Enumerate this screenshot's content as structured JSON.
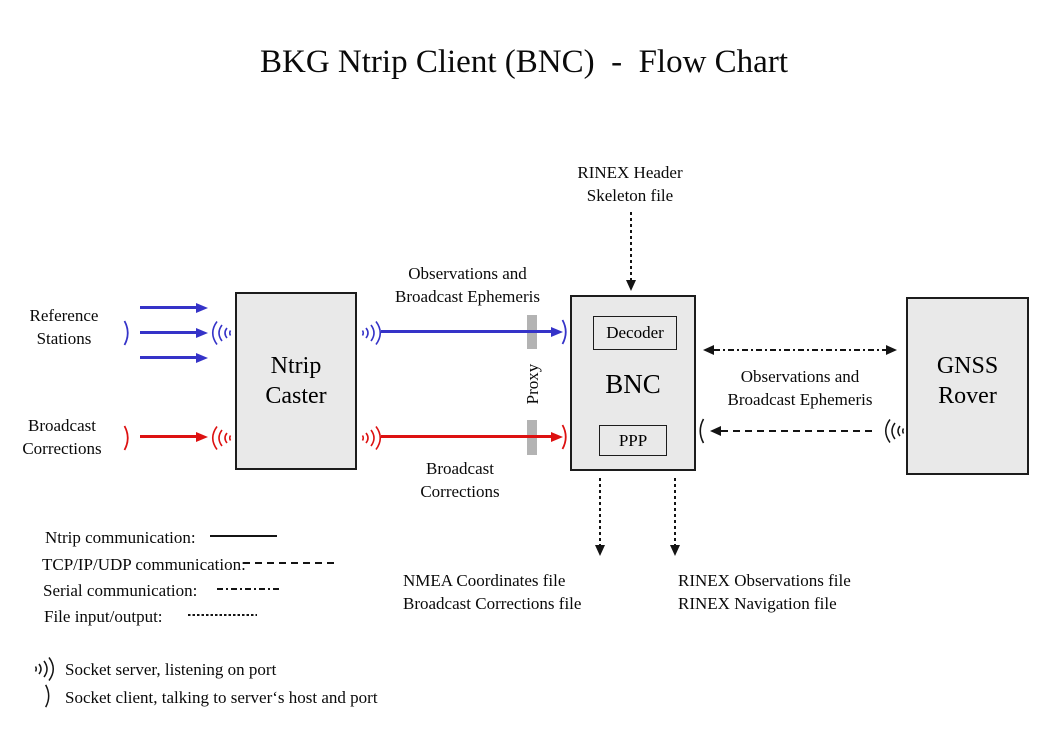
{
  "title": "BKG Ntrip Client (BNC)  -  Flow Chart",
  "colors": {
    "ntrip_blue": "#3533c8",
    "corrections_red": "#dd1111",
    "box_fill": "#e9e9e9",
    "box_border": "#1c1c1c",
    "proxy_bar_gray": "#b3b3b3",
    "line_black": "#141414"
  },
  "left": {
    "reference_stations": [
      "Reference",
      "Stations"
    ],
    "broadcast_corrections": [
      "Broadcast",
      "Corrections"
    ]
  },
  "caster": {
    "name": [
      "Ntrip",
      "Caster"
    ]
  },
  "mid": {
    "obs_label": [
      "Observations and",
      "Broadcast Ephemeris"
    ],
    "corr_label": [
      "Broadcast",
      "Corrections"
    ],
    "proxy": "Proxy"
  },
  "bnc": {
    "label": "BNC",
    "decoder": "Decoder",
    "ppp": "PPP"
  },
  "top": {
    "rinex_header": [
      "RINEX Header",
      "Skeleton file"
    ]
  },
  "right": {
    "obs_label": [
      "Observations and",
      "Broadcast Ephemeris"
    ],
    "rover": [
      "GNSS",
      "Rover"
    ]
  },
  "outputs": {
    "nmea": [
      "NMEA Coordinates file",
      "Broadcast Corrections file"
    ],
    "rinex": [
      "RINEX Observations file",
      "RINEX Navigation file"
    ]
  },
  "legend": {
    "ntrip": "Ntrip communication:",
    "tcp": "TCP/IP/UDP communication:",
    "serial": "Serial communication:",
    "file": "File input/output:",
    "socket_server": "Socket server, listening on port",
    "socket_client": "Socket client, talking to server‘s host and port"
  }
}
